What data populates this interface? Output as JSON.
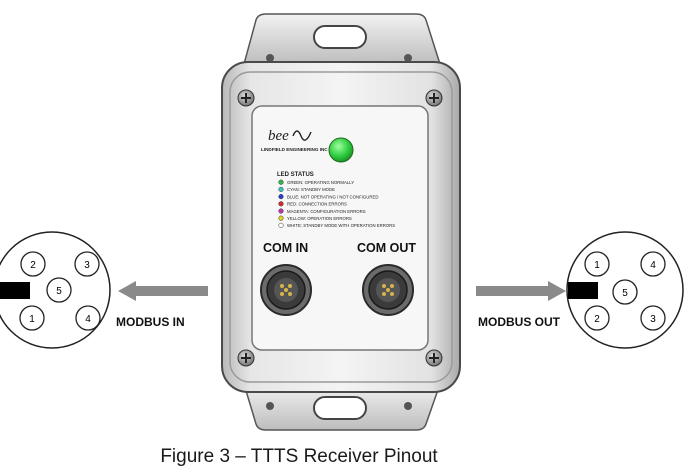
{
  "caption": "Figure 3 – TTTS Receiver Pinout",
  "device": {
    "logo_text": "bee",
    "company": "LINDFIELD ENGINEERING INC",
    "status_led_color": "#2ecc40",
    "led_status": {
      "heading": "LED STATUS",
      "items": [
        {
          "color": "#2fb84a",
          "text": "GREEN: OPERATING NORMALLY"
        },
        {
          "color": "#35c6c6",
          "text": "CYAN: STANDBY MODE"
        },
        {
          "color": "#2a3fd0",
          "text": "BLUE: NOT OPERATING / NOT CONFIGURED"
        },
        {
          "color": "#d42a2a",
          "text": "RED: CONNECTION ERRORS"
        },
        {
          "color": "#c030b0",
          "text": "MAGENTA: CONFIGURATION ERRORS"
        },
        {
          "color": "#e6d21e",
          "text": "YELLOW: OPERATION ERRORS"
        },
        {
          "color": "#ffffff",
          "text": "WHITE: STANDBY MODE WITH OPERATION ERRORS"
        }
      ]
    },
    "port_in_label": "COM IN",
    "port_out_label": "COM OUT"
  },
  "connector_in": {
    "label": "MODBUS IN",
    "pins": [
      "2",
      "3",
      "5",
      "1",
      "4"
    ]
  },
  "connector_out": {
    "label": "MODBUS OUT",
    "pins": [
      "1",
      "4",
      "5",
      "2",
      "3"
    ]
  }
}
